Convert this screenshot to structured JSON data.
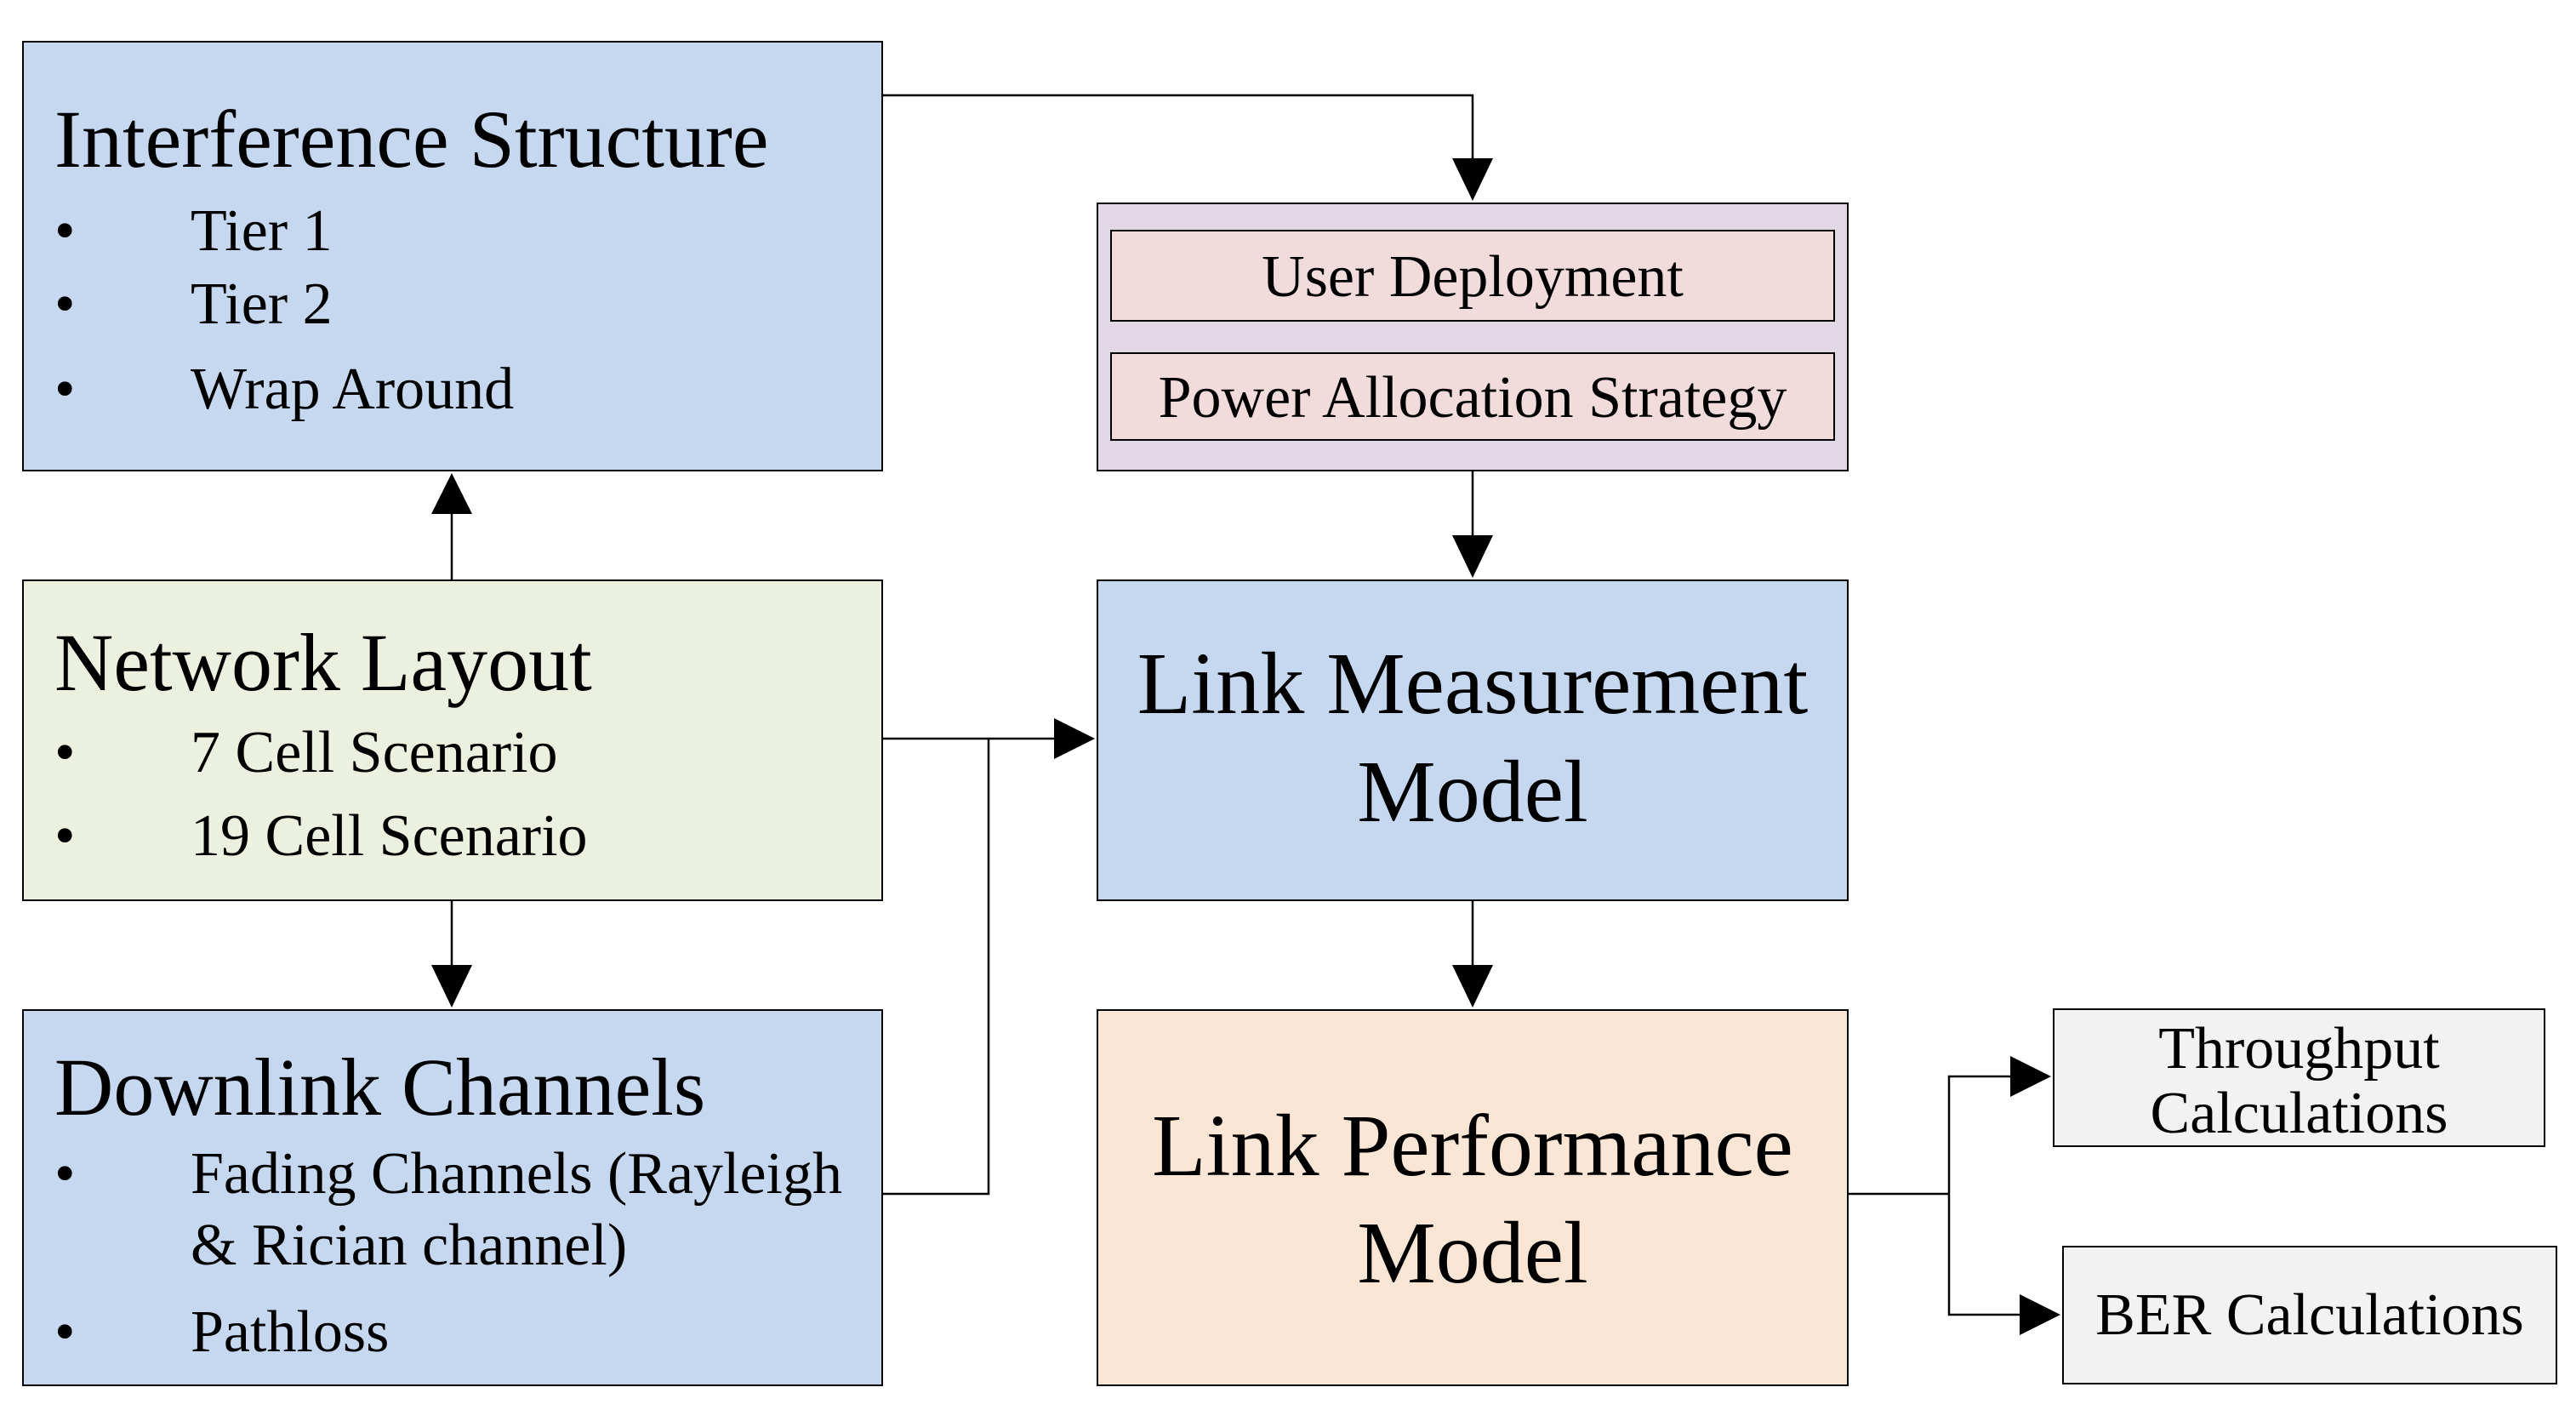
{
  "interference": {
    "title": "Interference Structure",
    "items": [
      "Tier 1",
      "Tier 2",
      "Wrap Around"
    ]
  },
  "network": {
    "title": "Network Layout",
    "items": [
      "7 Cell Scenario",
      "19 Cell Scenario"
    ]
  },
  "downlink": {
    "title": "Downlink Channels",
    "items": [
      "Fading Channels (Rayleigh & Rician channel)",
      "Pathloss"
    ]
  },
  "deployment": {
    "user_deployment": "User Deployment",
    "power_allocation": "Power Allocation Strategy"
  },
  "link_measurement": {
    "line1": "Link Measurement",
    "line2": "Model"
  },
  "link_performance": {
    "line1": "Link Performance",
    "line2": "Model"
  },
  "throughput": {
    "line1": "Throughput",
    "line2": "Calculations"
  },
  "ber": {
    "label": "BER Calculations"
  },
  "colors": {
    "blue": "#c6d8ef",
    "green": "#ebf1de",
    "purple": "#e2d7e4",
    "pink": "#f2dcdb",
    "peach": "#fbe6d6",
    "gray": "#f2f2f2"
  }
}
